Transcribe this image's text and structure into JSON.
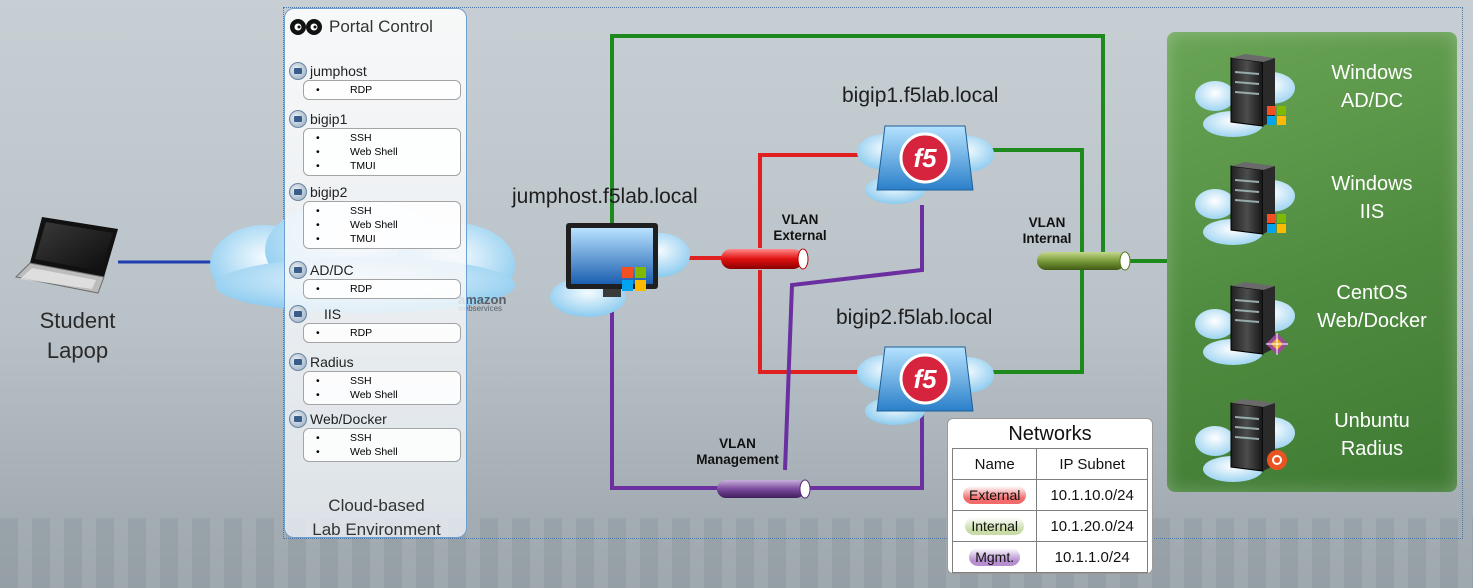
{
  "portal": {
    "title": "Portal Control",
    "footer_line1": "Cloud-based",
    "footer_line2": "Lab Environment",
    "hosts": [
      {
        "name": "jumphost",
        "services": [
          "RDP"
        ]
      },
      {
        "name": "bigip1",
        "services": [
          "SSH",
          "Web Shell",
          "TMUI"
        ]
      },
      {
        "name": "bigip2",
        "services": [
          "SSH",
          "Web Shell",
          "TMUI"
        ]
      },
      {
        "name": "AD/DC",
        "services": [
          "RDP"
        ]
      },
      {
        "name": "IIS",
        "services": [
          "RDP"
        ]
      },
      {
        "name": "Radius",
        "services": [
          "SSH",
          "Web Shell"
        ]
      },
      {
        "name": "Web/Docker",
        "services": [
          "SSH",
          "Web Shell"
        ]
      }
    ],
    "bullet": "•"
  },
  "student": {
    "line1": "Student",
    "line2": "Lapop"
  },
  "aws": {
    "logo_text": "amazon",
    "logo_sub": "webservices"
  },
  "devices": {
    "jumphost": "jumphost.f5lab.local",
    "bigip1": "bigip1.f5lab.local",
    "bigip2": "bigip2.f5lab.local",
    "f5_mark": "f5"
  },
  "vlans": {
    "external": {
      "line1": "VLAN",
      "line2": "External",
      "color": "#e32424"
    },
    "internal": {
      "line1": "VLAN",
      "line2": "Internal",
      "color": "#7a9a44"
    },
    "management": {
      "line1": "VLAN",
      "line2": "Management",
      "color": "#7b4a9c"
    }
  },
  "links": {
    "green": "#1e8a1e",
    "red": "#e02020",
    "purple": "#6b2fa0",
    "blue": "#1f3fb0"
  },
  "servers": [
    {
      "line1": "Windows",
      "line2": "AD/DC",
      "badge": "windows-logo"
    },
    {
      "line1": "Windows",
      "line2": "IIS",
      "badge": "windows-logo"
    },
    {
      "line1": "CentOS",
      "line2": "Web/Docker",
      "badge": "centos-logo"
    },
    {
      "line1": "Unbuntu",
      "line2": "Radius",
      "badge": "ubuntu-logo"
    }
  ],
  "networks": {
    "title": "Networks",
    "headers": [
      "Name",
      "IP Subnet"
    ],
    "rows": [
      {
        "name": "External",
        "subnet": "10.1.10.0/24",
        "color": "#f26a6a"
      },
      {
        "name": "Internal",
        "subnet": "10.1.20.0/24",
        "color": "#c9dca8"
      },
      {
        "name": "Mgmt.",
        "subnet": "10.1.1.0/24",
        "color": "#b58fcf"
      }
    ]
  }
}
